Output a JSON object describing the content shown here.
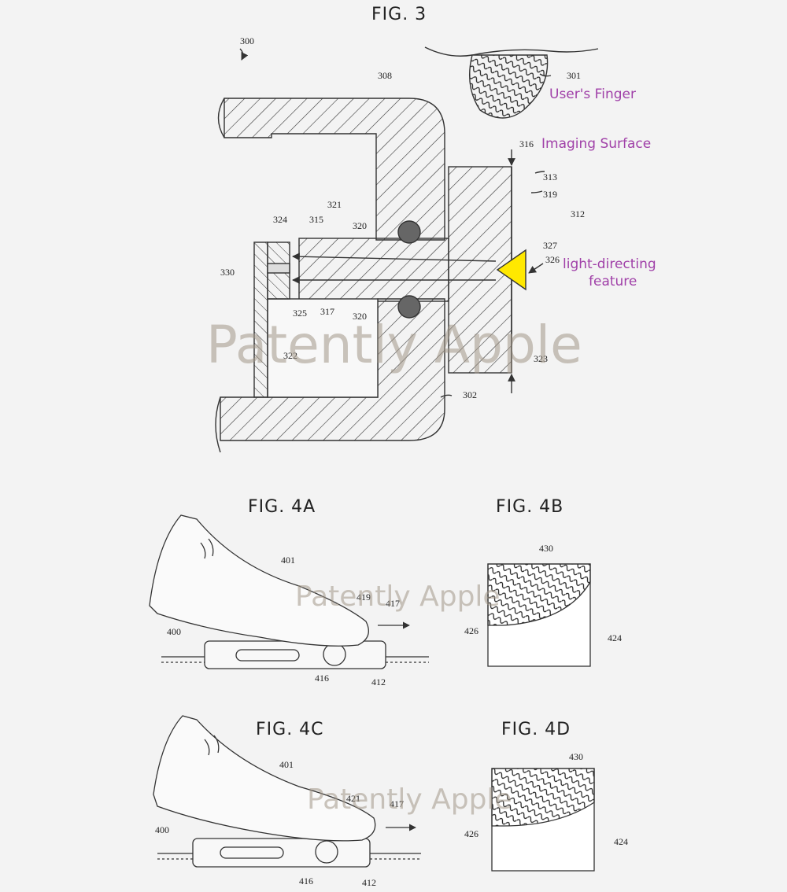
{
  "figures": {
    "fig3": "FIG. 3",
    "fig4a": "FIG. 4A",
    "fig4b": "FIG. 4B",
    "fig4c": "FIG. 4C",
    "fig4d": "FIG. 4D"
  },
  "annotations": {
    "finger": "User's Finger",
    "imaging_surface": "Imaging Surface",
    "light_directing_1": "light-directing",
    "light_directing_2": "feature"
  },
  "watermark": "Patently Apple",
  "refs": {
    "r300": "300",
    "r308": "308",
    "r301": "301",
    "r316": "316",
    "r313": "313",
    "r319": "319",
    "r312": "312",
    "r321": "321",
    "r324": "324",
    "r315": "315",
    "r320a": "320",
    "r327": "327",
    "r326": "326",
    "r330": "330",
    "r325": "325",
    "r317": "317",
    "r320b": "320",
    "r322": "322",
    "r323": "323",
    "r302": "302",
    "a401": "401",
    "a419": "419",
    "a417": "417",
    "a400": "400",
    "a416": "416",
    "a412": "412",
    "b430": "430",
    "b426": "426",
    "b424": "424",
    "c401": "401",
    "c421": "421",
    "c417": "417",
    "c400": "400",
    "c416": "416",
    "c412": "412",
    "d430": "430",
    "d426": "426",
    "d424": "424"
  },
  "colors": {
    "highlight": "#ffe800",
    "annotation": "#a040a8"
  }
}
